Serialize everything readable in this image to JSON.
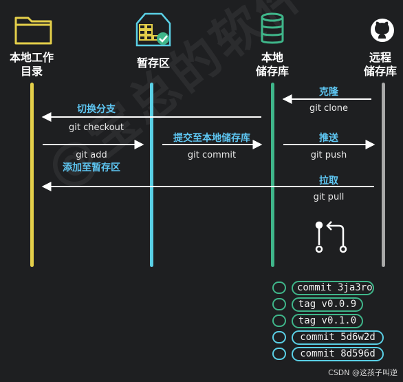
{
  "colors": {
    "background": "#1e1f21",
    "workdir": "#e4cf4a",
    "staging": "#5ad0e6",
    "local_repo": "#3fb68a",
    "remote_repo": "#a8a8a8",
    "cn_label": "#5ec6f2",
    "arrow": "#ffffff"
  },
  "columns": {
    "workdir": {
      "label_line1": "本地工作",
      "label_line2": "目录",
      "icon": "folder-icon"
    },
    "staging": {
      "label_line1": "暂存区",
      "icon": "staging-box-icon"
    },
    "local": {
      "label_line1": "本地",
      "label_line2": "储存库",
      "icon": "database-icon"
    },
    "remote": {
      "label_line1": "远程",
      "label_line2": "储存库",
      "icon": "github-icon"
    }
  },
  "operations": {
    "clone": {
      "cn": "克隆",
      "cmd": "git clone"
    },
    "checkout": {
      "cn": "切换分支",
      "cmd": "git checkout"
    },
    "commit": {
      "cn": "提交至本地储存库",
      "cmd": "git commit"
    },
    "push": {
      "cn": "推送",
      "cmd": "git push"
    },
    "add": {
      "cn": "添加至暂存区",
      "cmd": "git add"
    },
    "pull": {
      "cn": "拉取",
      "cmd": "git pull"
    }
  },
  "history": [
    {
      "label": "commit 3ja3ro",
      "color": "#3fb68a"
    },
    {
      "label": "tag v0.0.9",
      "color": "#3fb68a"
    },
    {
      "label": "tag v0.1.0",
      "color": "#3fb68a"
    },
    {
      "label": "commit 5d6w2d",
      "color": "#5ad0e6"
    },
    {
      "label": "commit 8d596d",
      "color": "#5ad0e6"
    }
  ],
  "watermark": {
    "big": "@宝总的软件生意",
    "credit": "CSDN @这孩子叫逆"
  }
}
